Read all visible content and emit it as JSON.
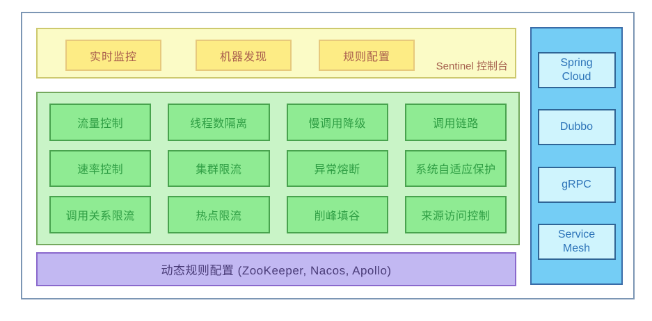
{
  "colors": {
    "frame_border": "#7c96b4",
    "console_bg": "#fbfbc6",
    "console_border": "#cdc96e",
    "console_item_bg": "#fdec85",
    "console_item_border": "#e7c97c",
    "console_text": "#a85c4d",
    "core_bg": "#c9f4c7",
    "core_border": "#74a85e",
    "core_item_bg": "#8feb93",
    "core_item_border": "#48a34e",
    "core_text": "#2f9e44",
    "dynamic_bg": "#c2b8f2",
    "dynamic_border": "#8a68cc",
    "dynamic_text": "#4a3c78",
    "adapter_bg": "#74cdf5",
    "adapter_border": "#3a6ca8",
    "adapter_item_bg": "#cff4fd",
    "adapter_item_border": "#2f6596",
    "adapter_text": "#2c73b8"
  },
  "console": {
    "title": "Sentinel 控制台",
    "items": [
      "实时监控",
      "机器发现",
      "规则配置"
    ]
  },
  "core": {
    "items": [
      "流量控制",
      "线程数隔离",
      "慢调用降级",
      "调用链路",
      "速率控制",
      "集群限流",
      "异常熔断",
      "系统自适应保护",
      "调用关系限流",
      "热点限流",
      "削峰填谷",
      "来源访问控制"
    ]
  },
  "dynamic_rule": {
    "label": "动态规则配置 (ZooKeeper, Nacos, Apollo)"
  },
  "adapters": {
    "items": [
      "Spring\nCloud",
      "Dubbo",
      "gRPC",
      "Service\nMesh"
    ]
  }
}
